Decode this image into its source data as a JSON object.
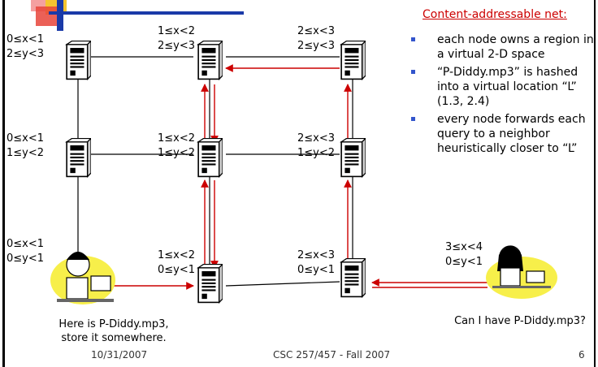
{
  "title": "Content-addressable net:",
  "bullets": [
    "each node owns a region in a virtual 2-D space",
    "“P-Diddy.mp3” is hashed into a virtual location “L” (1.3, 2.4)",
    "every node forwards each query to a neighbor heuristically closer to “L”"
  ],
  "nodes": [
    {
      "id": "n00",
      "x": "0≤x<1",
      "y": "0≤y<1"
    },
    {
      "id": "n01",
      "x": "0≤x<1",
      "y": "1≤y<2"
    },
    {
      "id": "n02",
      "x": "0≤x<1",
      "y": "2≤y<3"
    },
    {
      "id": "n10",
      "x": "1≤x<2",
      "y": "0≤y<1"
    },
    {
      "id": "n11",
      "x": "1≤x<2",
      "y": "1≤y<2"
    },
    {
      "id": "n12",
      "x": "1≤x<2",
      "y": "2≤y<3"
    },
    {
      "id": "n20",
      "x": "2≤x<3",
      "y": "0≤y<1"
    },
    {
      "id": "n21",
      "x": "2≤x<3",
      "y": "1≤y<2"
    },
    {
      "id": "n22",
      "x": "2≤x<3",
      "y": "2≤y<3"
    },
    {
      "id": "n30",
      "x": "3≤x<4",
      "y": "0≤y<1"
    }
  ],
  "captions": {
    "left_line1": "Here is P-Diddy.mp3,",
    "left_line2": "store it somewhere.",
    "right": "Can I have P-Diddy.mp3?"
  },
  "footer": {
    "date": "10/31/2007",
    "course": "CSC 257/457 - Fall 2007",
    "page": "6"
  },
  "colors": {
    "title": "#cc0000",
    "arrow": "#cc0000",
    "bullet": "#3355cc",
    "logo_red": "#e8443a",
    "logo_yellow": "#f4c430",
    "logo_blue": "#1a3aa8"
  }
}
